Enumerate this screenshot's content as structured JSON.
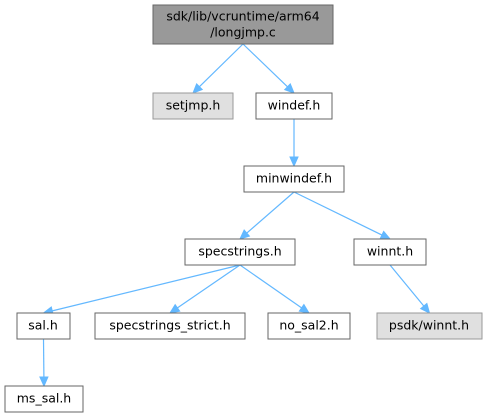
{
  "diagram": {
    "root": {
      "line1": "sdk/lib/vcruntime/arm64",
      "line2": "/longjmp.c"
    },
    "nodes": {
      "setjmp": "setjmp.h",
      "windef": "windef.h",
      "minwindef": "minwindef.h",
      "specstrings": "specstrings.h",
      "winnt": "winnt.h",
      "sal": "sal.h",
      "specstrings_strict": "specstrings_strict.h",
      "no_sal2": "no_sal2.h",
      "psdk_winnt": "psdk/winnt.h",
      "ms_sal": "ms_sal.h"
    },
    "edges": [
      {
        "from": "root",
        "to": "setjmp"
      },
      {
        "from": "root",
        "to": "windef"
      },
      {
        "from": "windef",
        "to": "minwindef"
      },
      {
        "from": "minwindef",
        "to": "specstrings"
      },
      {
        "from": "minwindef",
        "to": "winnt"
      },
      {
        "from": "specstrings",
        "to": "sal"
      },
      {
        "from": "specstrings",
        "to": "specstrings_strict"
      },
      {
        "from": "specstrings",
        "to": "no_sal2"
      },
      {
        "from": "winnt",
        "to": "psdk_winnt"
      },
      {
        "from": "sal",
        "to": "ms_sal"
      }
    ],
    "colors": {
      "edge": "#63b8ff",
      "root_fill": "#999999",
      "missing_fill": "#e0e0e0",
      "node_border": "#666666"
    }
  }
}
